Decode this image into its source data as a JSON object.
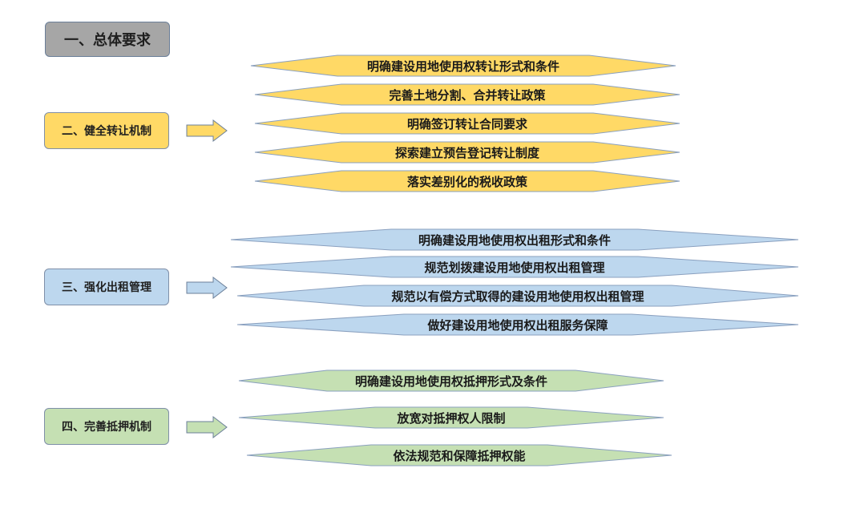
{
  "sections": {
    "s1": {
      "label": "一、总体要求",
      "color": "#a6a6a6"
    },
    "s2": {
      "label": "二、健全转让机制",
      "color": "#ffd966"
    },
    "s3": {
      "label": "三、强化出租管理",
      "color": "#bdd7ee"
    },
    "s4": {
      "label": "四、完善抵押机制",
      "color": "#c5e0b3"
    }
  },
  "transfer_items": [
    "明确建设用地使用权转让形式和条件",
    "完善土地分割、合并转让政策",
    "明确签订转让合同要求",
    "探索建立预告登记转让制度",
    "落实差别化的税收政策"
  ],
  "lease_items": [
    "明确建设用地使用权出租形式和条件",
    "规范划拨建设用地使用权出租管理",
    "规范以有偿方式取得的建设用地使用权出租管理",
    "做好建设用地使用权出租服务保障"
  ],
  "mortgage_items": [
    "明确建设用地使用权抵押形式及条件",
    "放宽对抵押权人限制",
    "依法规范和保障抵押权能"
  ]
}
